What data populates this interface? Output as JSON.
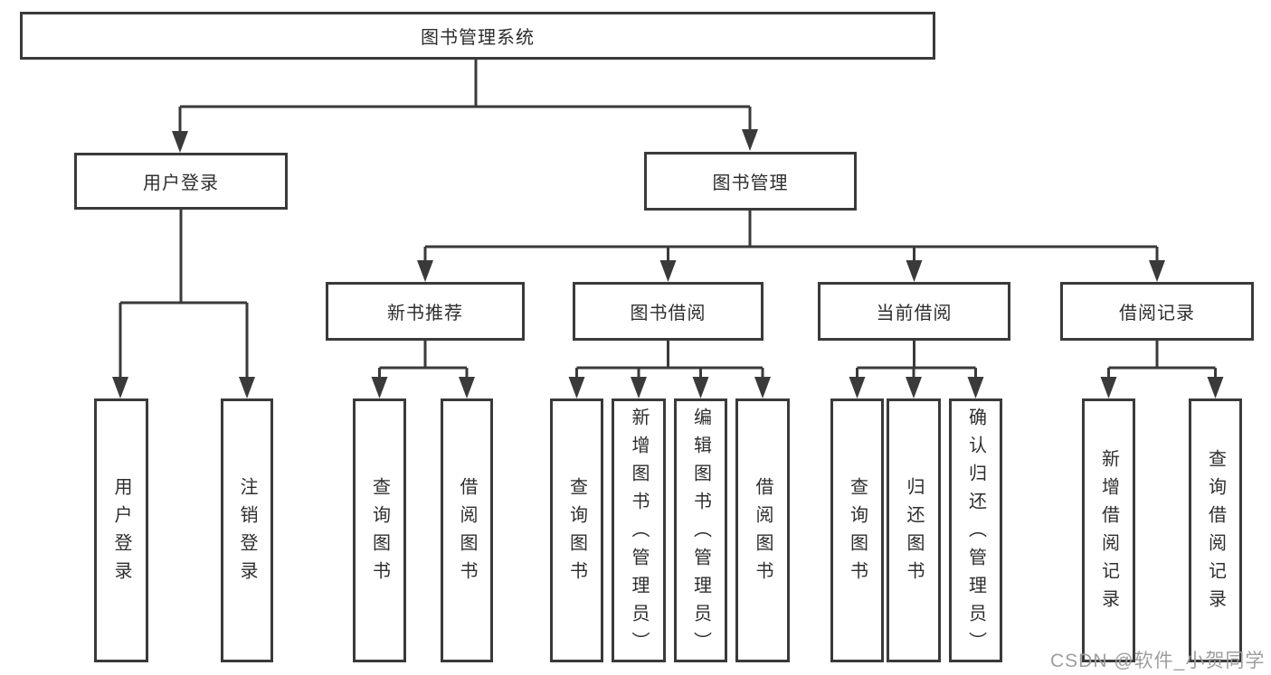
{
  "diagram": {
    "title": "图书管理系统",
    "nodes": {
      "root": "图书管理系统",
      "user_login": "用户登录",
      "book_mgmt": "图书管理",
      "new_book_rec": "新书推荐",
      "book_borrow": "图书借阅",
      "current_borrow": "当前借阅",
      "borrow_records": "借阅记录",
      "leaf_user_login": "用户登录",
      "leaf_logout": "注销登录",
      "leaf_rec_query": "查询图书",
      "leaf_rec_borrow": "借阅图书",
      "leaf_bb_query": "查询图书",
      "leaf_bb_add": "新增图书（管理员）",
      "leaf_bb_edit": "编辑图书（管理员）",
      "leaf_bb_borrow": "借阅图书",
      "leaf_cb_query": "查询图书",
      "leaf_cb_return": "归还图书",
      "leaf_cb_confirm": "确认归还（管理员）",
      "leaf_br_add": "新增借阅记录",
      "leaf_br_query": "查询借阅记录"
    },
    "colors": {
      "line": "#3a3a3a",
      "text": "#2e2e2e",
      "background": "#ffffff",
      "watermark": "#9e9e9e"
    }
  },
  "watermark": {
    "text": "CSDN @软件_小贺同学"
  }
}
